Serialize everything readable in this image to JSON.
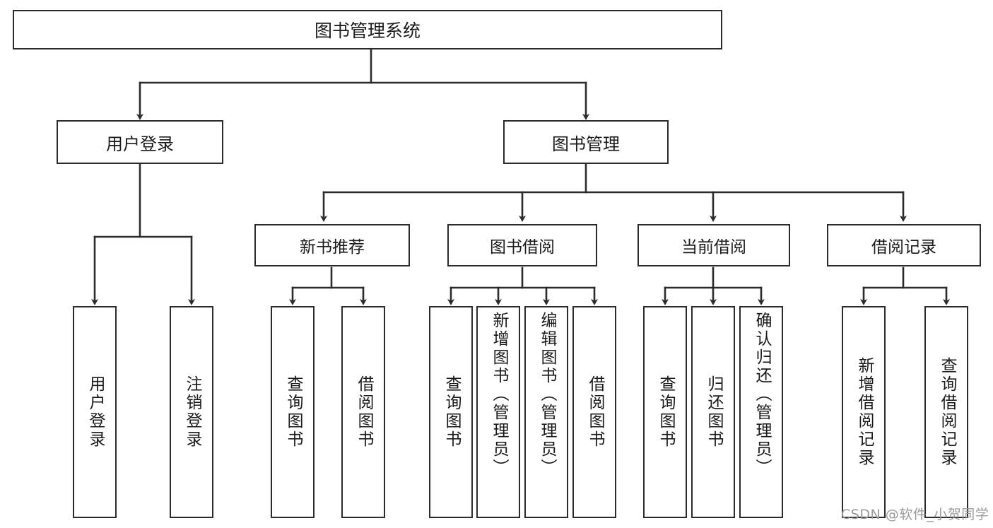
{
  "diagram": {
    "title": "图书管理系统",
    "type": "tree-hierarchy-diagram",
    "colors": {
      "box_border": "#2b2b2b",
      "box_fill": "#ffffff",
      "edge": "#2b2b2b",
      "text": "#1a1a1a",
      "watermark": "#9a9a9a",
      "background": "#ffffff"
    },
    "levels": {
      "root": {
        "label": "图书管理系统"
      },
      "level2": [
        {
          "id": "user-login",
          "label": "用户登录"
        },
        {
          "id": "book-management",
          "label": "图书管理"
        }
      ],
      "level3": [
        {
          "id": "new-book-recommend",
          "label": "新书推荐",
          "parent": "book-management"
        },
        {
          "id": "book-borrow",
          "label": "图书借阅",
          "parent": "book-management"
        },
        {
          "id": "current-borrow",
          "label": "当前借阅",
          "parent": "book-management"
        },
        {
          "id": "borrow-record",
          "label": "借阅记录",
          "parent": "book-management"
        }
      ],
      "leaves": [
        {
          "id": "leaf-user-login",
          "label": "用户登录",
          "parent": "user-login"
        },
        {
          "id": "leaf-logout-login",
          "label": "注销登录",
          "parent": "user-login"
        },
        {
          "id": "leaf-query-book-1",
          "label": "查询图书",
          "parent": "new-book-recommend"
        },
        {
          "id": "leaf-borrow-book-1",
          "label": "借阅图书",
          "parent": "new-book-recommend"
        },
        {
          "id": "leaf-query-book-2",
          "label": "查询图书",
          "parent": "book-borrow"
        },
        {
          "id": "leaf-add-book",
          "label": "新增图书（管理员）",
          "parent": "book-borrow"
        },
        {
          "id": "leaf-edit-book",
          "label": "编辑图书（管理员）",
          "parent": "book-borrow"
        },
        {
          "id": "leaf-borrow-book-2",
          "label": "借阅图书",
          "parent": "book-borrow"
        },
        {
          "id": "leaf-query-book-3",
          "label": "查询图书",
          "parent": "current-borrow"
        },
        {
          "id": "leaf-return-book",
          "label": "归还图书",
          "parent": "current-borrow"
        },
        {
          "id": "leaf-confirm-return",
          "label": "确认归还（管理员）",
          "parent": "current-borrow"
        },
        {
          "id": "leaf-add-record",
          "label": "新增借阅记录",
          "parent": "borrow-record"
        },
        {
          "id": "leaf-query-record",
          "label": "查询借阅记录",
          "parent": "borrow-record"
        }
      ]
    },
    "watermark": "CSDN @软件_小贺同学"
  }
}
